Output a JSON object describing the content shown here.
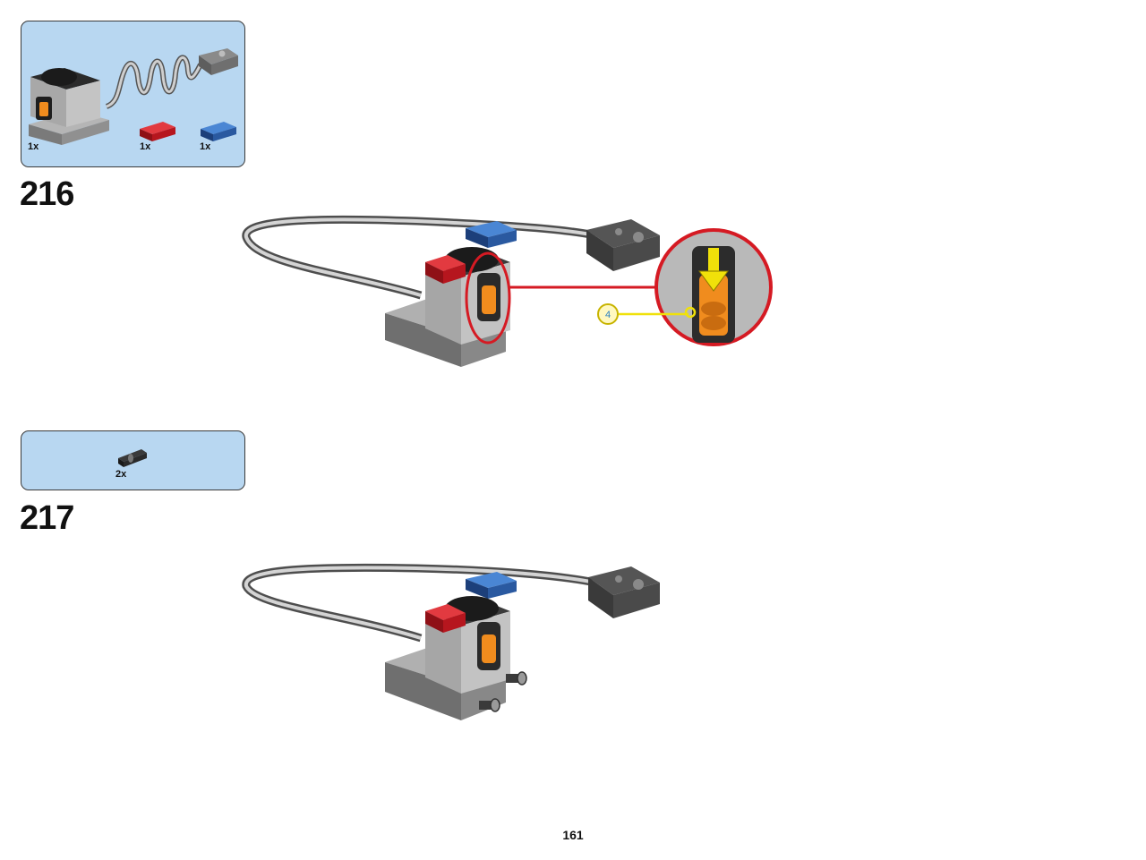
{
  "page": {
    "number": "161"
  },
  "steps": [
    {
      "number": "216",
      "parts": [
        {
          "name": "battery-box",
          "qty": "1x"
        },
        {
          "name": "red-tile-1x2",
          "qty": "1x",
          "color": "#c8202a"
        },
        {
          "name": "blue-tile-1x2",
          "qty": "1x",
          "color": "#2e64b4"
        }
      ],
      "callout_number": "4"
    },
    {
      "number": "217",
      "parts": [
        {
          "name": "black-axle-pin",
          "qty": "2x"
        }
      ]
    }
  ],
  "colors": {
    "parts_box_bg": "#b8d7f1",
    "callout_red": "#d51a23",
    "callout_yellow": "#f0e10a",
    "brick_gray": "#a0a0a0",
    "brick_dark_gray": "#6b6b6b",
    "orange": "#f08c1e"
  }
}
